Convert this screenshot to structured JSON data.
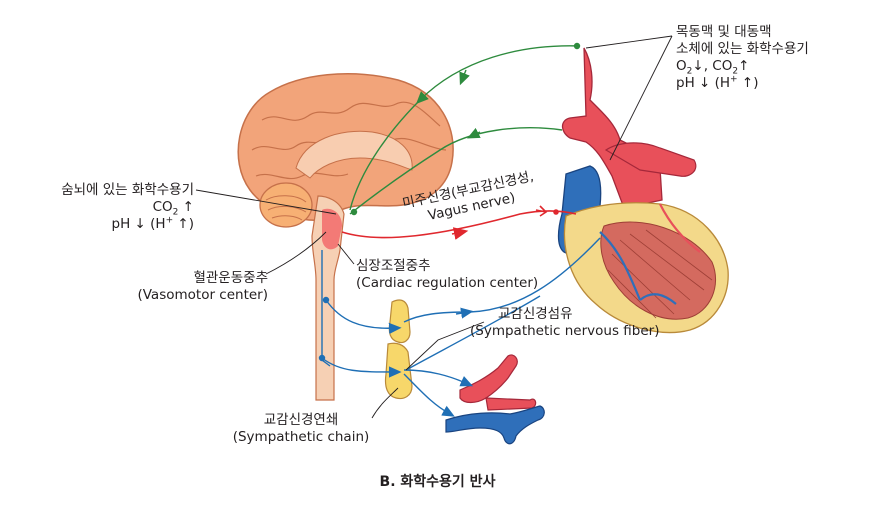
{
  "labels": {
    "aortic_chemoreceptor": {
      "line1": "목동맥 및 대동맥",
      "line2": "소체에 있는 화학수용기",
      "gas_o2": "O",
      "gas_o2_sub": "2",
      "gas_o2_arrow": "↓",
      "gas_sep": ", ",
      "gas_co2": "CO",
      "gas_co2_sub": "2",
      "gas_co2_arrow": "↑",
      "ph": "pH ↓ (H",
      "ph_sup": "+",
      "ph_tail": " ↑)"
    },
    "medulla_chemoreceptor": {
      "line1": "숨뇌에 있는 화학수용기",
      "co2": "CO",
      "co2_sub": "2",
      "co2_arrow": " ↑",
      "ph": "pH ↓ (H",
      "ph_sup": "+",
      "ph_tail": " ↑)"
    },
    "vagus": {
      "ko": "미주신경(부교감신경성,",
      "en": "Vagus nerve)"
    },
    "vasomotor": {
      "ko": "혈관운동중추",
      "en": "(Vasomotor center)"
    },
    "cardiac": {
      "ko": "심장조절중추",
      "en": "(Cardiac regulation center)"
    },
    "sympathetic_fiber": {
      "ko": "교감신경섬유",
      "en": "(Sympathetic nervous fiber)"
    },
    "sympathetic_chain": {
      "ko": "교감신경연쇄",
      "en": "(Sympathetic chain)"
    }
  },
  "caption": "B. 화학수용기 반사",
  "colors": {
    "afferent_green": "#2e8b3e",
    "vagus_red": "#e0282e",
    "sympathetic_blue": "#1f6fb5",
    "artery_red": "#e8505a",
    "vein_blue": "#2f6fba",
    "ganglion_yellow": "#f7d76a",
    "brain_pink": "#f4b99c",
    "brain_orange": "#f0a070",
    "heart_muscle": "#d46a5f",
    "fat_yellow": "#f3d98a"
  }
}
